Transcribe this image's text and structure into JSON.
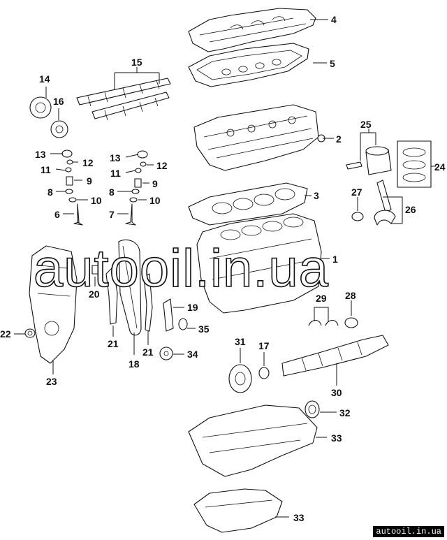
{
  "watermark": {
    "main": "autooil.in.ua",
    "footer": "autooil.in.ua"
  },
  "callouts": [
    {
      "id": "c4",
      "text": "4"
    },
    {
      "id": "c5",
      "text": "5"
    },
    {
      "id": "c15",
      "text": "15"
    },
    {
      "id": "c14",
      "text": "14"
    },
    {
      "id": "c16",
      "text": "16"
    },
    {
      "id": "c2",
      "text": "2"
    },
    {
      "id": "c25",
      "text": "25"
    },
    {
      "id": "c24",
      "text": "24"
    },
    {
      "id": "c13a",
      "text": "13"
    },
    {
      "id": "c12a",
      "text": "12"
    },
    {
      "id": "c11a",
      "text": "11"
    },
    {
      "id": "c9a",
      "text": "9"
    },
    {
      "id": "c8a",
      "text": "8"
    },
    {
      "id": "c10a",
      "text": "10"
    },
    {
      "id": "c6",
      "text": "6"
    },
    {
      "id": "c13b",
      "text": "13"
    },
    {
      "id": "c12b",
      "text": "12"
    },
    {
      "id": "c11b",
      "text": "11"
    },
    {
      "id": "c9b",
      "text": "9"
    },
    {
      "id": "c8b",
      "text": "8"
    },
    {
      "id": "c10b",
      "text": "10"
    },
    {
      "id": "c7",
      "text": "7"
    },
    {
      "id": "c3",
      "text": "3"
    },
    {
      "id": "c27",
      "text": "27"
    },
    {
      "id": "c26",
      "text": "26"
    },
    {
      "id": "c1",
      "text": "1"
    },
    {
      "id": "c20",
      "text": "20"
    },
    {
      "id": "c29",
      "text": "29"
    },
    {
      "id": "c28",
      "text": "28"
    },
    {
      "id": "c19",
      "text": "19"
    },
    {
      "id": "c35",
      "text": "35"
    },
    {
      "id": "c22",
      "text": "22"
    },
    {
      "id": "c21a",
      "text": "21"
    },
    {
      "id": "c21b",
      "text": "21"
    },
    {
      "id": "c18",
      "text": "18"
    },
    {
      "id": "c34",
      "text": "34"
    },
    {
      "id": "c31",
      "text": "31"
    },
    {
      "id": "c17",
      "text": "17"
    },
    {
      "id": "c23",
      "text": "23"
    },
    {
      "id": "c30",
      "text": "30"
    },
    {
      "id": "c32",
      "text": "32"
    },
    {
      "id": "c33a",
      "text": "33"
    },
    {
      "id": "c33b",
      "text": "33"
    }
  ]
}
